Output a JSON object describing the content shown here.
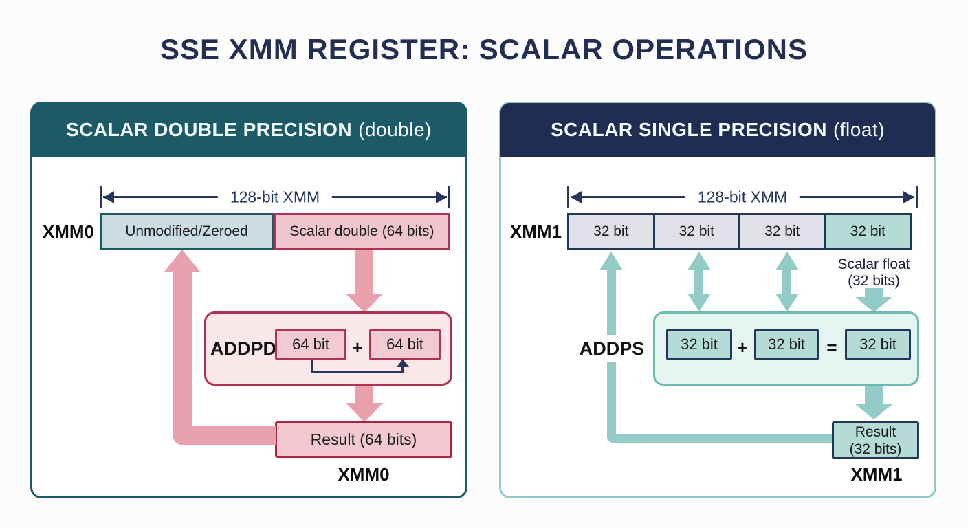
{
  "title": "SSE XMM REGISTER: SCALAR OPERATIONS",
  "colors": {
    "title_navy": "#222F52",
    "teal_header": "#1D5A68",
    "navy_header": "#202D52",
    "crimson_border": "#B23150",
    "pink_arrow": "#E8A0AC",
    "teal_arrow": "#92CBC7",
    "navy_border": "#22365C",
    "gray_cell": "#E0E1E8",
    "teal_cell": "#B5DBD7"
  },
  "left_panel": {
    "header": {
      "title": "SCALAR DOUBLE PRECISION",
      "subtitle": "(double)"
    },
    "measure_label": "128-bit XMM",
    "register_label": "XMM0",
    "register_cells": [
      {
        "label": "Unmodified/Zeroed"
      },
      {
        "label": "Scalar double (64 bits)"
      }
    ],
    "operation": {
      "name": "ADDPD",
      "operand1": "64 bit",
      "operator": "+",
      "operand2": "64 bit"
    },
    "result_label": "Result (64 bits)",
    "result_register_label": "XMM0"
  },
  "right_panel": {
    "header": {
      "title": "SCALAR SINGLE PRECISION",
      "subtitle": "(float)"
    },
    "measure_label": "128-bit XMM",
    "register_label": "XMM1",
    "register_cells": [
      {
        "label": "32 bit"
      },
      {
        "label": "32 bit"
      },
      {
        "label": "32 bit"
      },
      {
        "label": "32 bit"
      }
    ],
    "scalar_float_note": {
      "line1": "Scalar float",
      "line2": "(32 bits)"
    },
    "operation": {
      "name": "ADDPS",
      "operand1": "32 bit",
      "operator": "+",
      "operand2": "32 bit",
      "equals": "=",
      "result_operand": "32 bit"
    },
    "result_label": {
      "line1": "Result",
      "line2": "(32 bits)"
    },
    "result_register_label": "XMM1"
  }
}
